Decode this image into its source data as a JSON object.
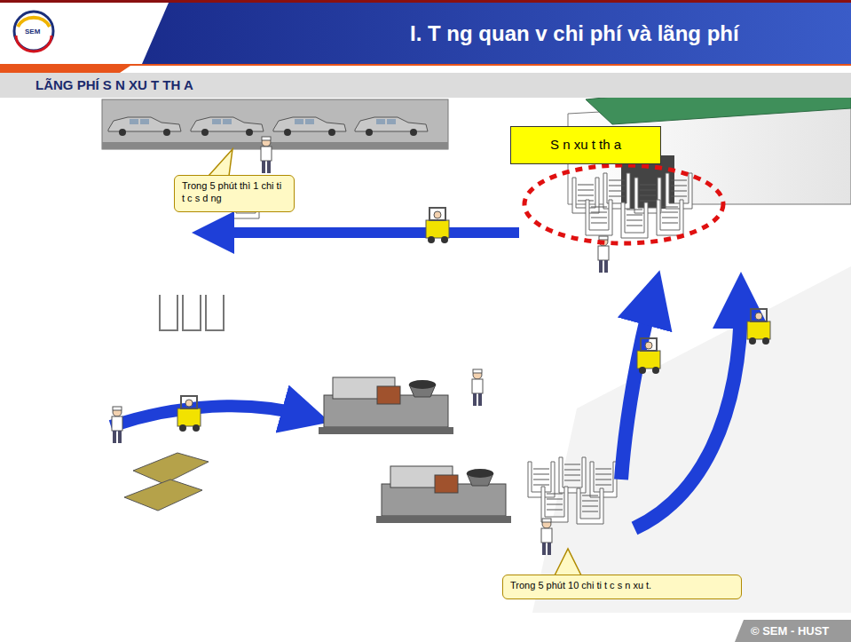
{
  "diagram": {
    "title": "I. T ng quan v chi phí và lãng phí",
    "nodes": [
      {
        "text": [
          "LÃNG PHÍ S N XU T TH A"
        ]
      },
      {
        "text": [
          "S n xu t th a"
        ]
      },
      {
        "text": [
          "Trong 5 phút thì 1 chi ti t c s d ng"
        ]
      },
      {
        "text": [
          "Trong 5 phút 10 chi ti t c s n xu t."
        ]
      }
    ],
    "edges": [],
    "labels": [
      "SEM",
      "© SEM - HUST"
    ]
  }
}
